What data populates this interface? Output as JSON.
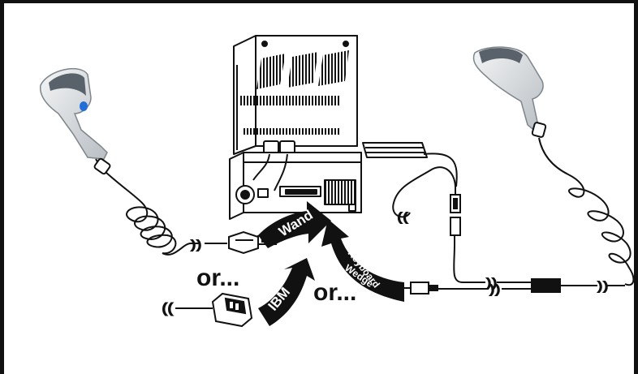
{
  "labels": {
    "or_left": "or...",
    "or_center": "or...",
    "wand": "Wand",
    "ibm": "IBM",
    "keyboard": "Keyboard",
    "wedge": "Wedge"
  },
  "colors": {
    "stroke": "#111111",
    "arrow": "#111111",
    "scanner_light": "#e4e7ea",
    "scanner_dark": "#8e959b",
    "scanner_blue": "#1e6fd9"
  },
  "icons": {
    "left_scanner": "barcode-scanner-icon",
    "right_scanner": "barcode-scanner-icon",
    "computer": "desktop-computer-icon",
    "keyboard": "keyboard-icon"
  }
}
